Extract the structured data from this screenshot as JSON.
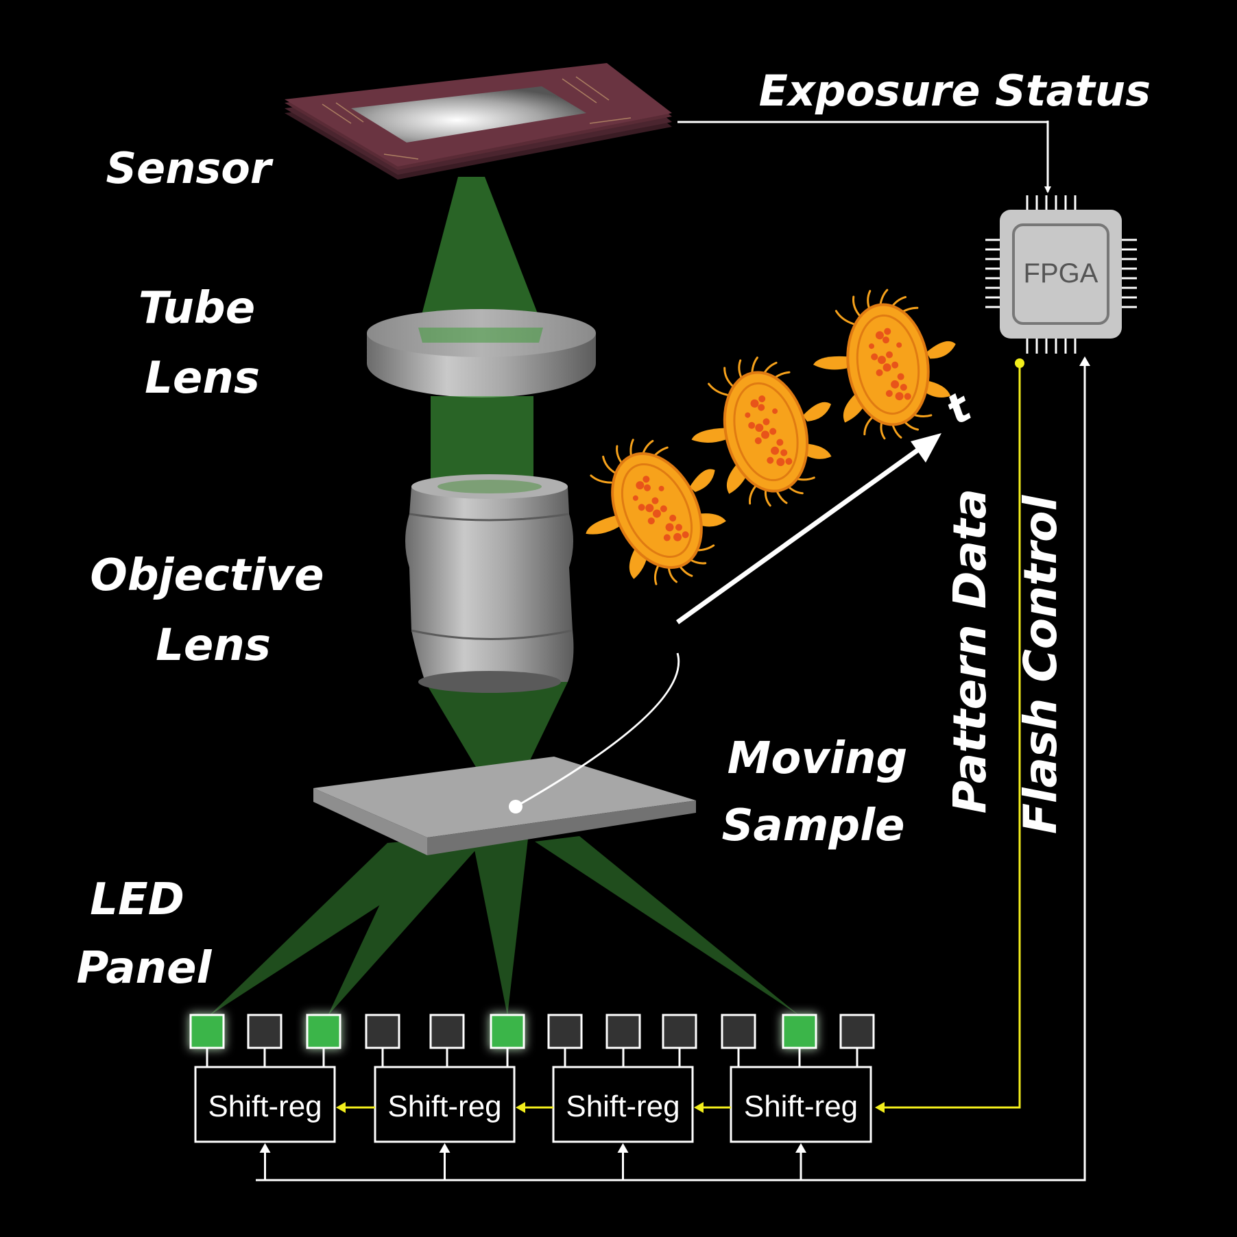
{
  "labels": {
    "exposure_status": "Exposure Status",
    "sensor": "Sensor",
    "tube_lens_line1": "Tube",
    "tube_lens_line2": "Lens",
    "objective_lens_line1": "Objective",
    "objective_lens_line2": "Lens",
    "moving_sample_line1": "Moving",
    "moving_sample_line2": "Sample",
    "led_panel_line1": "LED",
    "led_panel_line2": "Panel",
    "fpga": "FPGA",
    "time_axis": "t",
    "pattern_data": "Pattern Data",
    "flash_control": "Flash Control"
  },
  "shift_registers": [
    "Shift-reg",
    "Shift-reg",
    "Shift-reg",
    "Shift-reg"
  ],
  "leds": [
    {
      "lit": true
    },
    {
      "lit": false
    },
    {
      "lit": true
    },
    {
      "lit": false
    },
    {
      "lit": false
    },
    {
      "lit": true
    },
    {
      "lit": false
    },
    {
      "lit": false
    },
    {
      "lit": false
    },
    {
      "lit": false
    },
    {
      "lit": true
    },
    {
      "lit": false
    }
  ],
  "colors": {
    "background": "#000000",
    "led_on": "#3bb54a",
    "led_off": "#333333",
    "beam": "#3f9a3a",
    "pattern_line": "#f3ee1c",
    "control_line": "#ffffff",
    "organism_body": "#f7a21b",
    "organism_outline": "#e07b12",
    "organism_dots": "#e8541a",
    "sensor": "#5a2b36",
    "chip": "#c8c8c8"
  }
}
